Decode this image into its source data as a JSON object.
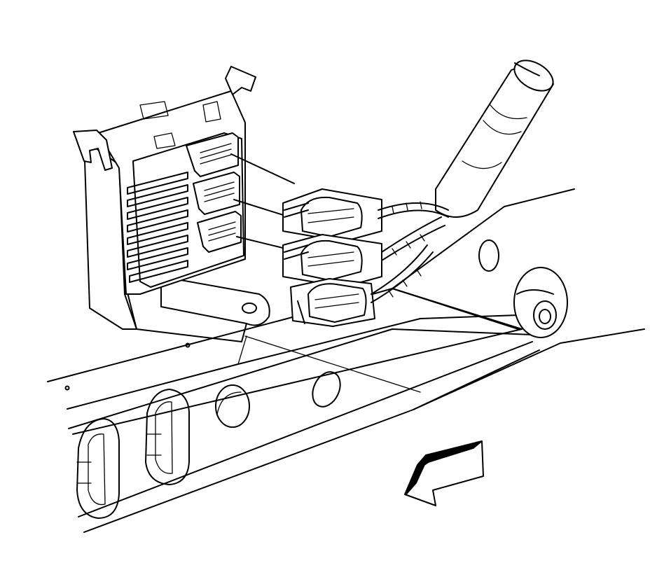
{
  "figure": {
    "colors": {
      "line": "#000000",
      "background": "#ffffff"
    },
    "components": [
      {
        "id": "module",
        "icon": "electronic-control-module"
      },
      {
        "id": "connectors",
        "count": 3,
        "icon": "harness-connector"
      },
      {
        "id": "frame",
        "icon": "frame-rail"
      },
      {
        "id": "column",
        "icon": "steering-column"
      },
      {
        "id": "front-arrow",
        "icon": "direction-arrow"
      }
    ]
  }
}
